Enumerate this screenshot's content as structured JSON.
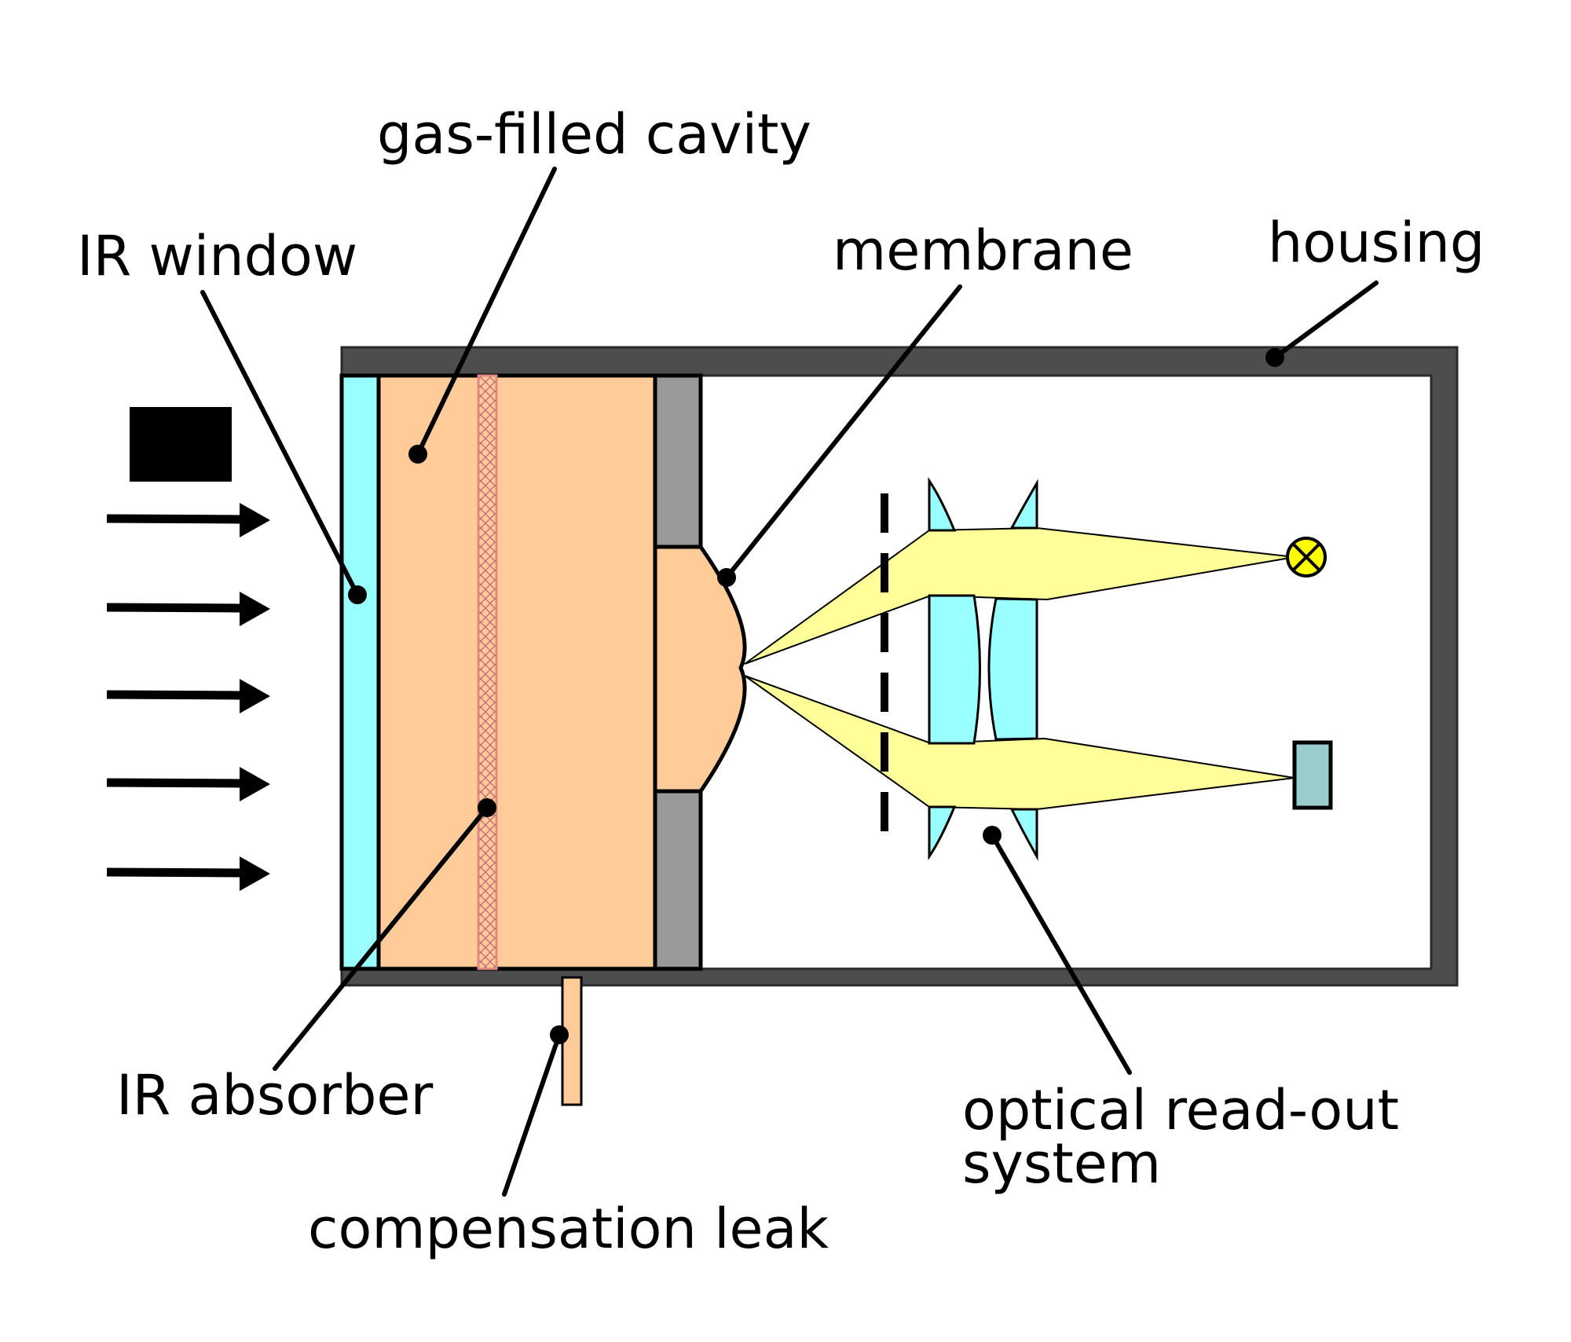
{
  "labels": {
    "gas_filled_cavity": "gas-filled cavity",
    "ir_window": "IR window",
    "membrane": "membrane",
    "housing": "housing",
    "ir_absorber": "IR absorber",
    "compensation_leak": "compensation leak",
    "optical_readout_line1": "optical read-out",
    "optical_readout_line2": "system"
  },
  "colors": {
    "housing": "#4d4d4d",
    "ir_window": "#99ffff",
    "gas": "#ffcc99",
    "absorber": "#f4a9a0",
    "membrane_holder": "#999999",
    "lens": "#99ffff",
    "light_beam": "#ffff99",
    "lamp": "#ffff00",
    "detector": "#99cccc",
    "ir_source": "#000000"
  },
  "icons": {
    "ir_source": "ir-source-block",
    "ir_radiation": "arrow-right",
    "lamp": "lamp-cross-circle",
    "detector": "photodetector-rect"
  }
}
